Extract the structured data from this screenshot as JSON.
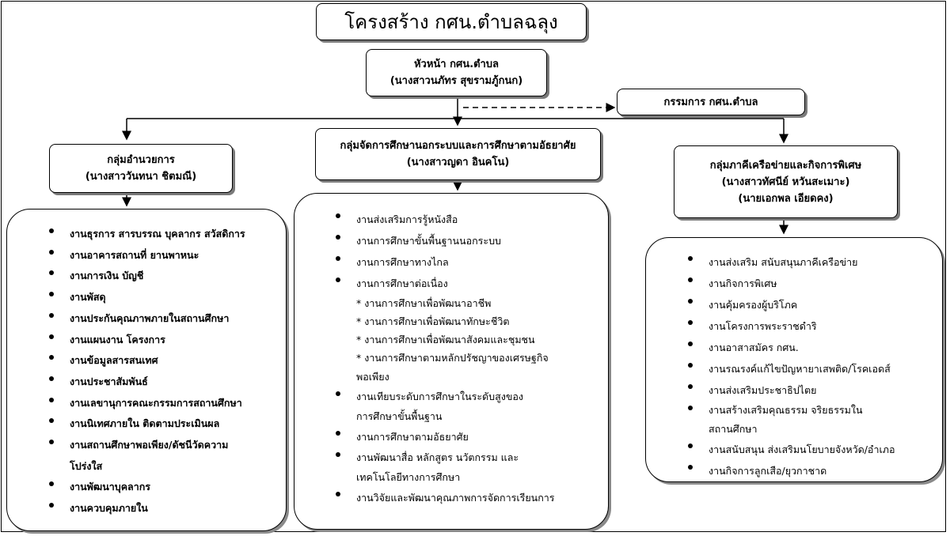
{
  "title": "โครงสร้าง กศน.ตำบลฉลุง",
  "head": {
    "role": "หัวหน้า กศน.ตำบล",
    "name": "(นางสาวนภัทร สุขรามภู้กนก)"
  },
  "committee": "กรรมการ กศน.ตำบล",
  "left_group": {
    "title": "กลุ่มอำนวยการ",
    "name": "(นางสาววันทนา ชิตมณี)",
    "items": [
      "งานธุรการ สารบรรณ บุคลากร สวัสดิการ",
      "งานอาคารสถานที่ ยานพาหนะ",
      "งานการเงิน บัญชี",
      "งานพัสดุ",
      "งานประกันคุณภาพภายในสถานศึกษา",
      "งานแผนงาน โครงการ",
      "งานข้อมูลสารสนเทศ",
      "งานประชาสัมพันธ์",
      "งานเลขานุการคณะกรรมการสถานศึกษา",
      "งานนิเทศภายใน ติดตามประเมินผล",
      "งานสถานศึกษาพอเพียง/ดัชนีวัดความ",
      "โปร่งใส",
      "งานพัฒนาบุคลากร",
      "งานควบคุมภายใน"
    ]
  },
  "center_group": {
    "title": "กลุ่มจัดการศึกษานอกระบบและการศึกษาตามอัธยาศัย",
    "name": "(นางสาวญดา อินคโน)",
    "items": [
      "งานส่งเสริมการรู้หนังสือ",
      "งานการศึกษาขั้นพื้นฐานนอกระบบ",
      "งานการศึกษาทางไกล",
      "งานการศึกษาต่อเนื่อง",
      "* งานการศึกษาเพื่อพัฒนาอาชีพ",
      "* งานการศึกษาเพื่อพัฒนาทักษะชีวิต",
      "* งานการศึกษาเพื่อพัฒนาสังคมและชุมชน",
      "* งานการศึกษาตามหลักปรัชญาของเศรษฐกิจ",
      "พอเพียง",
      "งานเทียบระดับการศึกษาในระดับสูงของ",
      "การศึกษาขั้นพื้นฐาน",
      "งานการศึกษาตามอัธยาศัย",
      "งานพัฒนาสื่อ หลักสูตร นวัตกรรม และ",
      "เทคโนโลยีทางการศึกษา",
      "งานวิจัยและพัฒนาคุณภาพการจัดการเรียนการ"
    ]
  },
  "right_group": {
    "title": "กลุ่มภาคีเครือข่ายและกิจการพิเศษ",
    "name": "(นางสาวทัศนีย์ หวันสะเมาะ)",
    "name2": "(นายเอกพล เอียดคง)",
    "items": [
      "งานส่งเสริม สนับสนุนภาคีเครือข่าย",
      "งานกิจการพิเศษ",
      "งานคุ้มครองผู้บริโภค",
      "งานโครงการพระราชดำริ",
      "งานอาสาสมัคร กศน.",
      "งานรณรงค์แก้ไขปัญหายาเสพติด/โรคเอดส์",
      "งานส่งเสริมประชาธิปไตย",
      "งานสร้างเสริมคุณธรรม จริยธรรมใน",
      "สถานศึกษา",
      "งานสนับสนุน ส่งเสริมนโยบายจังหวัด/อำเภอ",
      "งานกิจการลูกเสือ/ยุวกาชาด"
    ]
  }
}
